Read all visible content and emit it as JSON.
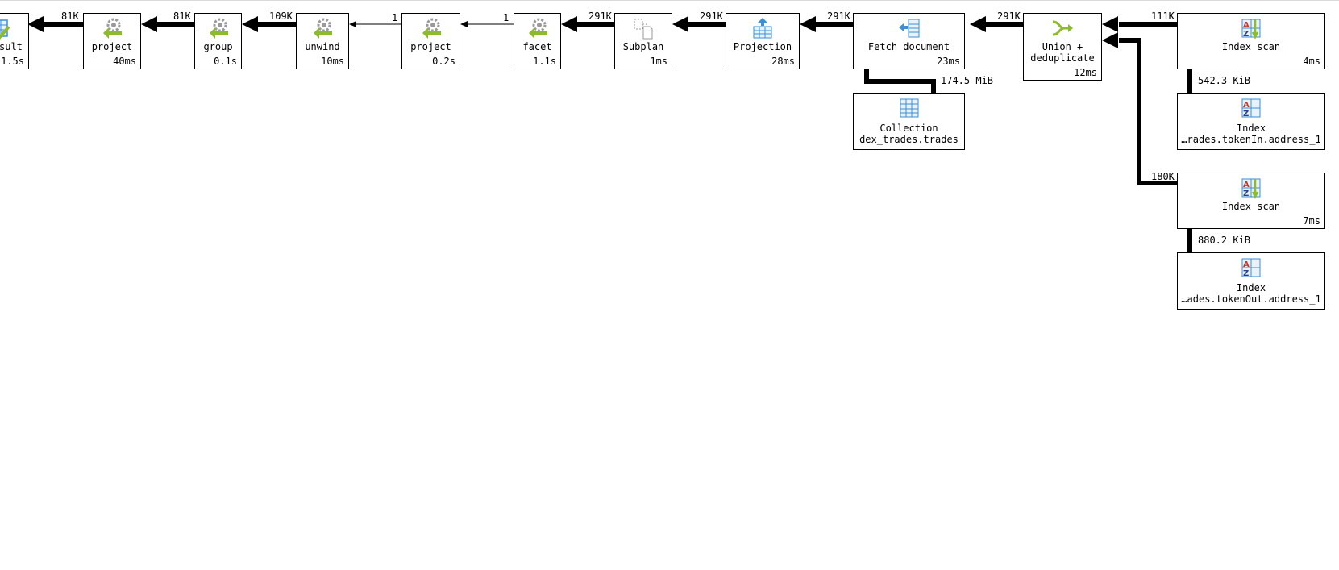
{
  "nodes": {
    "result": {
      "label": "sult",
      "time": "1.5s",
      "icon": "result-table-check-icon"
    },
    "project1": {
      "label": "project",
      "time": "40ms",
      "icon": "gear-arrow-icon"
    },
    "group": {
      "label": "group",
      "time": "0.1s",
      "icon": "gear-arrow-icon"
    },
    "unwind": {
      "label": "unwind",
      "time": "10ms",
      "icon": "gear-arrow-icon"
    },
    "project2": {
      "label": "project",
      "time": "0.2s",
      "icon": "gear-arrow-icon"
    },
    "facet": {
      "label": "facet",
      "time": "1.1s",
      "icon": "gear-arrow-icon"
    },
    "subplan": {
      "label": "Subplan",
      "time": "1ms",
      "icon": "subplan-icon"
    },
    "projection": {
      "label": "Projection",
      "time": "28ms",
      "icon": "projection-icon"
    },
    "fetch": {
      "label": "Fetch document",
      "time": "23ms",
      "icon": "fetch-document-icon"
    },
    "union": {
      "label_line1": "Union +",
      "label_line2": "deduplicate",
      "time": "12ms",
      "icon": "union-icon"
    },
    "scan1": {
      "label": "Index scan",
      "time": "4ms",
      "icon": "index-az-icon"
    },
    "collection": {
      "label_line1": "Collection",
      "label_line2": "dex_trades.trades",
      "icon": "collection-table-icon"
    },
    "index1": {
      "label_line1": "Index",
      "label_line2": "…rades.tokenIn.address_1",
      "icon": "index-az-icon"
    },
    "scan2": {
      "label": "Index scan",
      "time": "7ms",
      "icon": "index-az-icon"
    },
    "index2": {
      "label_line1": "Index",
      "label_line2": "…ades.tokenOut.address_1",
      "icon": "index-az-icon"
    }
  },
  "edges": {
    "project1_to_result": "81K",
    "group_to_project1": "81K",
    "unwind_to_group": "109K",
    "project2_to_unwind": "1",
    "facet_to_project2": "1",
    "subplan_to_facet": "291K",
    "projection_to_subplan": "291K",
    "fetch_to_projection": "291K",
    "union_to_fetch": "291K",
    "scan1_to_union": "111K",
    "scan2_to_union": "180K",
    "fetch_to_collection": "174.5 MiB",
    "scan1_to_index1": "542.3 KiB",
    "scan2_to_index2": "880.2 KiB"
  },
  "colors": {
    "icon_green": "#8dbb2b",
    "icon_blue": "#3a8fd6",
    "icon_gray": "#9a9a9a"
  }
}
